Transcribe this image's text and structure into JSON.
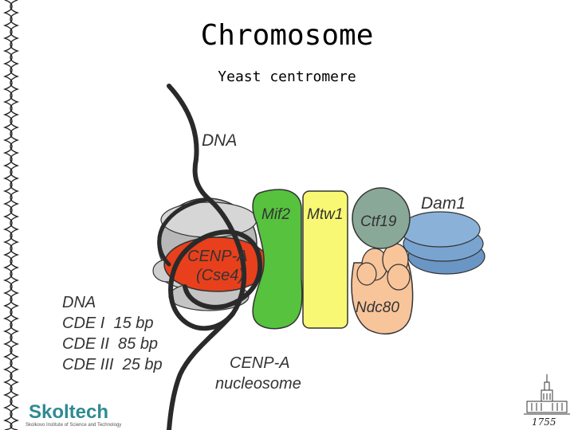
{
  "title": "Chromosome",
  "subtitle": "Yeast centromere",
  "labels": {
    "dna_top": "DNA",
    "mif2": "Mif2",
    "mtw1": "Mtw1",
    "ctf19": "Ctf19",
    "dam1": "Dam1",
    "cenpa_line1": "CENP-A",
    "cenpa_line2": "(Cse4)",
    "ndc80": "Ndc80",
    "nucleosome_line1": "CENP-A",
    "nucleosome_line2": "nucleosome"
  },
  "legend": {
    "lines": [
      "DNA",
      "CDE I  15 bp",
      "CDE II  85 bp",
      "CDE III  25 bp"
    ]
  },
  "logo": {
    "name": "Skoltech",
    "subtitle": "Skolkovo Institute of Science and Technology"
  },
  "emblem": {
    "year": "1755"
  },
  "colors": {
    "cenpa": "#e8401c",
    "mif2": "#56c23e",
    "mtw1": "#f8f874",
    "ctf19": "#8aa898",
    "ndc80": "#f8c49a",
    "dam1": "#6a96c6",
    "histone": "#c8c8c8",
    "teal": "#2f8a92"
  }
}
